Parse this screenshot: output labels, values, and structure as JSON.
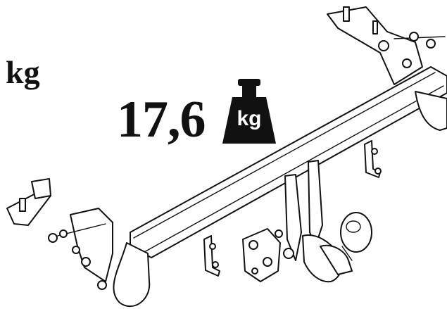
{
  "unit_label": "kg",
  "weight": {
    "value": "17,6",
    "icon_unit": "kg",
    "icon": "weight-kettlebell-icon"
  },
  "colors": {
    "ink": "#111111",
    "background": "#ffffff"
  }
}
